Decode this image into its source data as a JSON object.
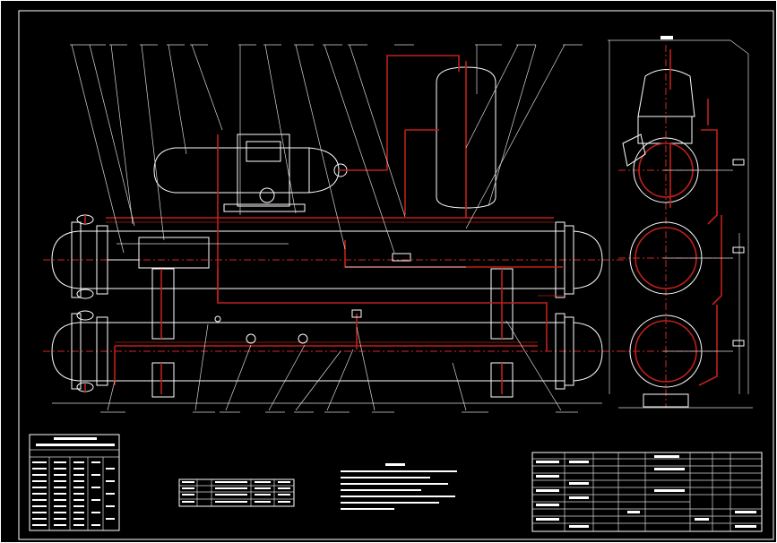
{
  "drawing": {
    "type": "cad-assembly-drawing",
    "background": "#000000",
    "line_colors": {
      "outline": "#ffffff",
      "piping": "#c0201a",
      "centerline": "#d02a22"
    },
    "views": [
      "front-elevation",
      "side-view"
    ],
    "zoom": "fit"
  }
}
